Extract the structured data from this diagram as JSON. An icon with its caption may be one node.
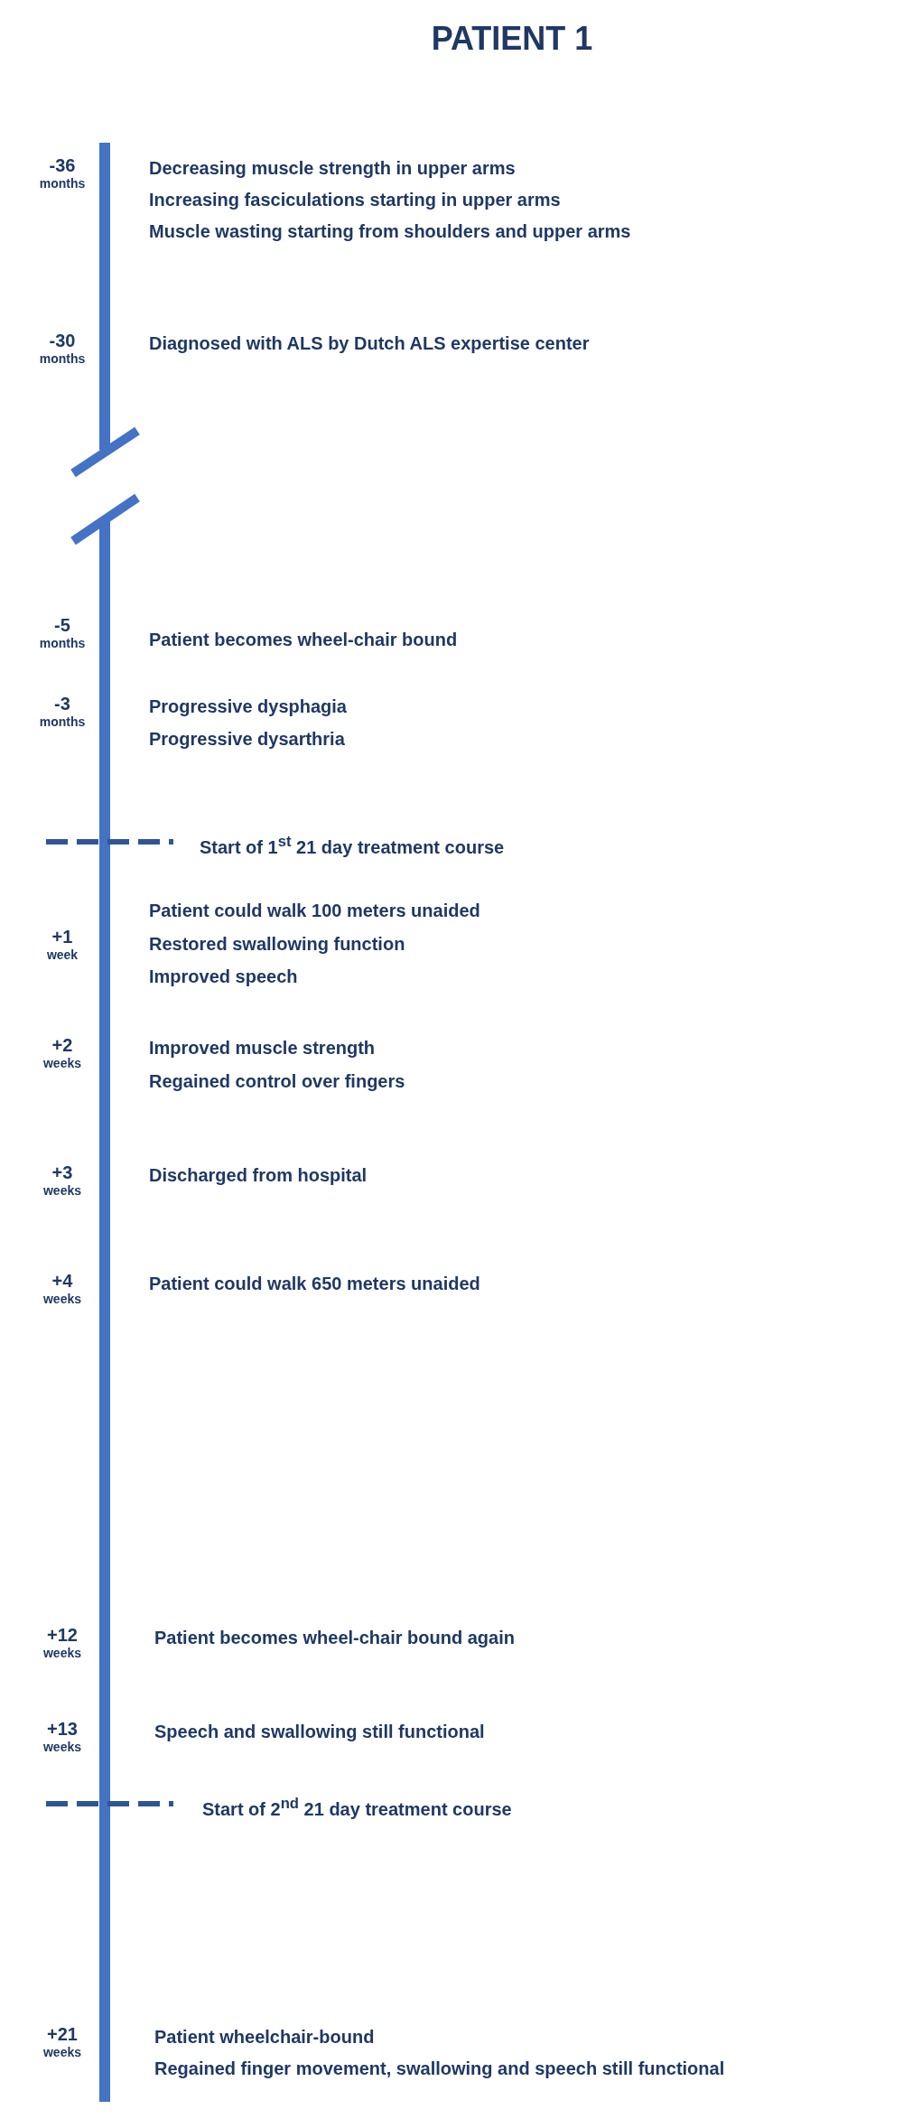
{
  "diagram": {
    "title": "PATIENT 1",
    "labels": [
      "-36 months",
      "Decreasing muscle strength in upper arms",
      "Increasing fasciculations starting in upper arms",
      "Muscle wasting starting from shoulders and upper arms",
      "-30 months",
      "Diagnosed with ALS by Dutch ALS expertise center",
      "-5 months",
      "Patient becomes wheel-chair bound",
      "-3 months",
      "Progressive dysphagia",
      "Progressive dysarthria",
      "Start of 1$^{st}$ 21 day treatment course",
      "Patient could walk 100 meters unaided",
      "+1 week",
      "Restored swallowing function",
      "Improved speech",
      "+2 weeks",
      "Improved muscle strength",
      "Regained control over fingers",
      "+3 weeks",
      "Discharged from hospital",
      "+4 weeks",
      "Patient could walk 650 meters unaided",
      "+12 weeks",
      "Patient becomes wheel-chair bound again",
      "+13 weeks",
      "Speech and swallowing still functional",
      "Start of 2$^{nd}$ 21 day treatment course",
      "+21 weeks",
      "Patient wheelchair-bound",
      "Regained finger movement, swallowing and speech still functional"
    ]
  }
}
